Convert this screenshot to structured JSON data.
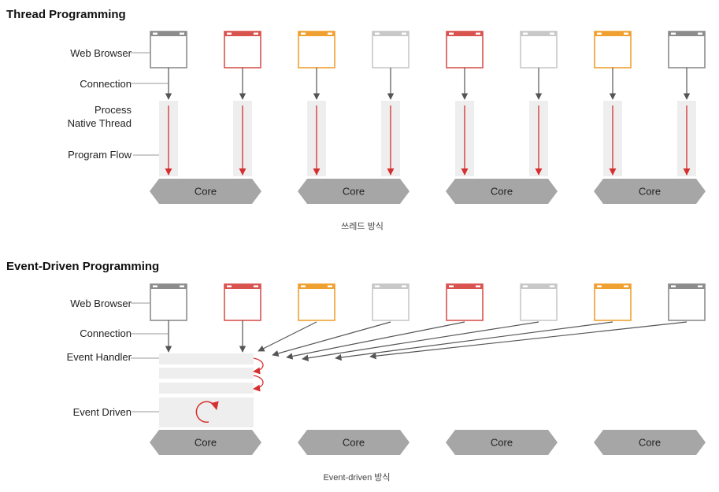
{
  "thread": {
    "title": "Thread Programming",
    "labels": {
      "web_browser": "Web Browser",
      "connection": "Connection",
      "process": "Process",
      "native_thread": "Native Thread",
      "program_flow": "Program Flow"
    },
    "core_label": "Core",
    "caption": "쓰레드 방식"
  },
  "event": {
    "title": "Event-Driven Programming",
    "labels": {
      "web_browser": "Web Browser",
      "connection": "Connection",
      "event_handler": "Event Handler",
      "event_driven": "Event Driven"
    },
    "core_label": "Core",
    "caption": "Event-driven 방식"
  },
  "browser_colors": [
    "#8c8c8c",
    "#d9534f",
    "#f0a030",
    "#c8c8c8",
    "#d9534f",
    "#c8c8c8",
    "#f0a030",
    "#8c8c8c"
  ],
  "colors": {
    "arrow_gray": "#555555",
    "flow_red": "#d62f2f",
    "core_fill": "#a6a6a6",
    "lane_fill": "#eeeeee"
  }
}
